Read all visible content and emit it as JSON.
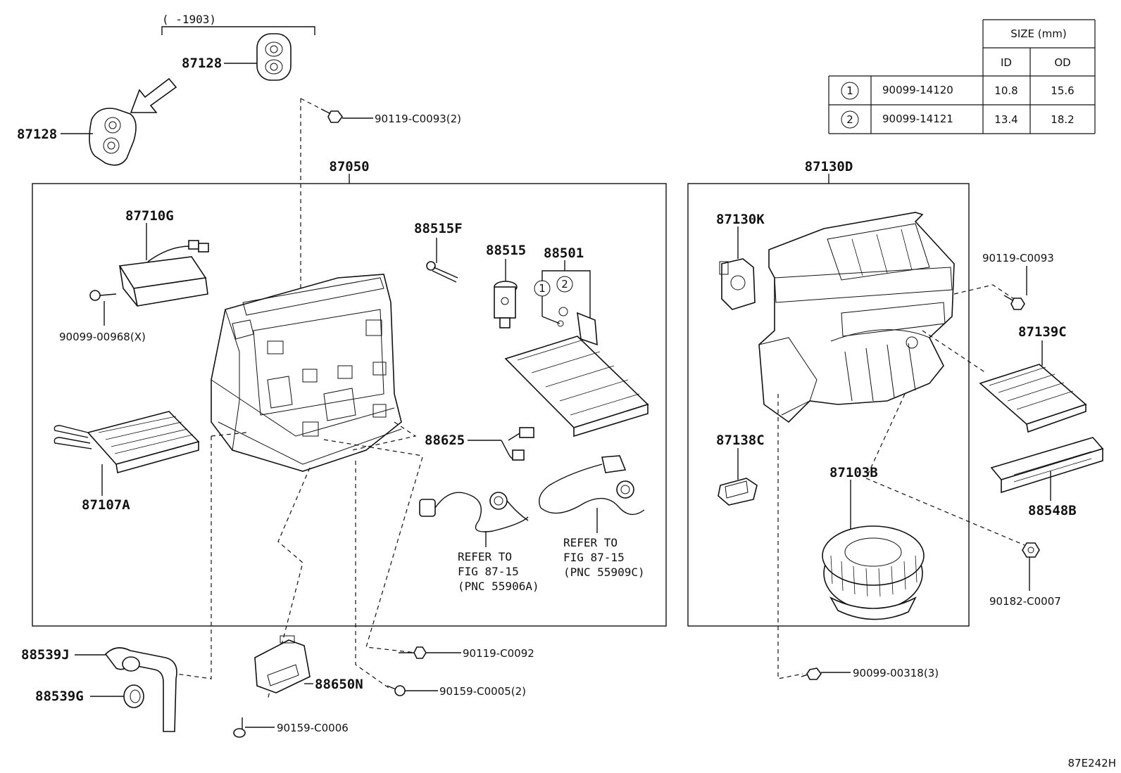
{
  "date_range": "(      -1903)",
  "figure_code": "87E242H",
  "size_table": {
    "header": "SIZE (mm)",
    "columns": [
      "ID",
      "OD"
    ],
    "rows": [
      {
        "marker": "1",
        "part": "90099-14120",
        "id": "10.8",
        "od": "15.6"
      },
      {
        "marker": "2",
        "part": "90099-14121",
        "id": "13.4",
        "od": "18.2"
      }
    ]
  },
  "groups": {
    "left_assembly": "87050",
    "right_assembly": "87130D"
  },
  "parts": {
    "grommet_top": "87128",
    "grommet_left": "87128",
    "screw_top": "90119-C0093(2)",
    "servo_left": "87710G",
    "screw_servo": "90099-00968(X)",
    "heater_core": "87107A",
    "bolt_valve": "88515F",
    "expansion_valve": "88515",
    "evaporator": "88501",
    "marker_1": "1",
    "marker_2": "2",
    "thermistor": "88625",
    "hose": "88539J",
    "hose_cap": "88539G",
    "amplifier": "88650N",
    "screw_amp": "90159-C0006",
    "screw_c0092": "90119-C0092",
    "screw_c0005": "90159-C0005(2)",
    "servo_right": "87130K",
    "screw_right": "90119-C0093",
    "filter_case": "87139C",
    "filter": "88548B",
    "resistor": "87138C",
    "blower_motor": "87103B",
    "nut": "90182-C0007",
    "screw_bottom_right": "90099-00318(3)"
  },
  "refer_notes": [
    {
      "line1": "REFER TO",
      "line2": "FIG 87-15",
      "line3": "(PNC 55906A)"
    },
    {
      "line1": "REFER TO",
      "line2": "FIG 87-15",
      "line3": "(PNC 55909C)"
    }
  ]
}
